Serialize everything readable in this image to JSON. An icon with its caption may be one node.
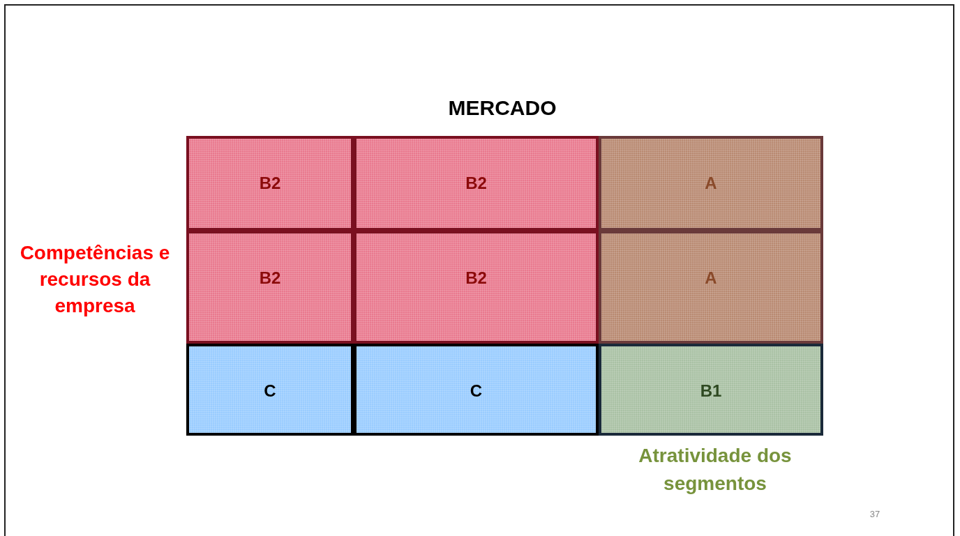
{
  "diagram": {
    "title": "MERCADO",
    "nodes": [
      {
        "text": [
          "B2"
        ]
      },
      {
        "text": [
          "B2"
        ]
      },
      {
        "text": [
          "A"
        ]
      },
      {
        "text": [
          "B2"
        ]
      },
      {
        "text": [
          "B2"
        ]
      },
      {
        "text": [
          "A"
        ]
      },
      {
        "text": [
          "C"
        ]
      },
      {
        "text": [
          "C"
        ]
      },
      {
        "text": [
          "B1"
        ]
      }
    ],
    "edges": [],
    "labels": [
      "Competências e recursos da empresa",
      "Atratividade dos segmentos",
      "37"
    ]
  }
}
